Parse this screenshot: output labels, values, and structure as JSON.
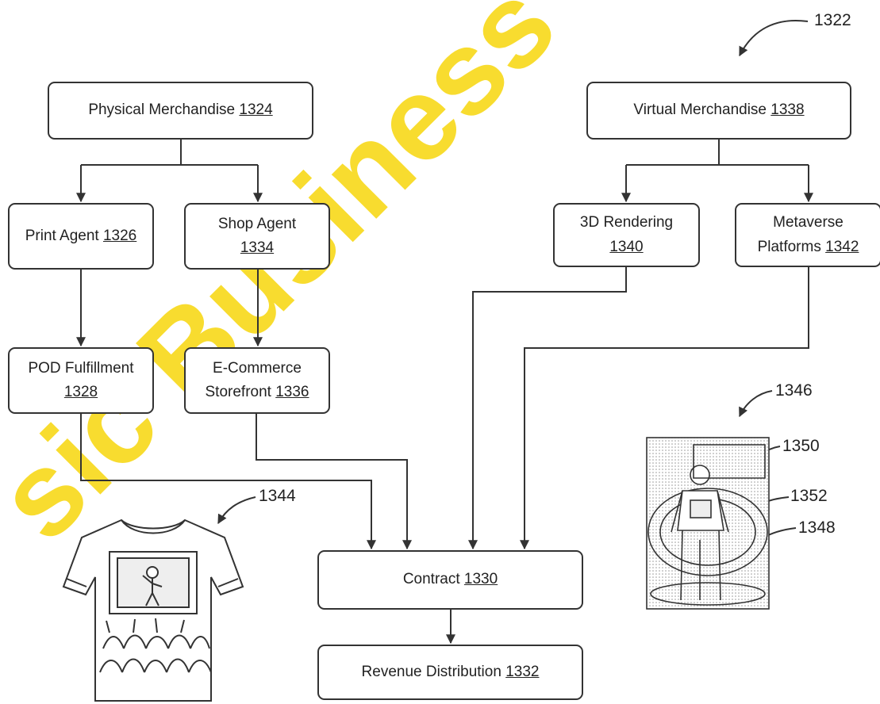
{
  "boxes": {
    "physical_merchandise": {
      "label": "Physical Merchandise",
      "ref": "1324"
    },
    "print_agent": {
      "label": "Print Agent",
      "ref": "1326"
    },
    "shop_agent": {
      "label": "Shop Agent",
      "ref": "1334"
    },
    "pod_fulfillment": {
      "label": "POD Fulfillment",
      "ref": "1328"
    },
    "ecommerce_storefront": {
      "label1": "E-Commerce",
      "label2": "Storefront",
      "ref": "1336"
    },
    "virtual_merchandise": {
      "label": "Virtual Merchandise",
      "ref": "1338"
    },
    "rendering_3d": {
      "label": "3D Rendering",
      "ref": "1340"
    },
    "metaverse_platforms": {
      "label1": "Metaverse",
      "label2": "Platforms",
      "ref": "1342"
    },
    "contract": {
      "label": "Contract",
      "ref": "1330"
    },
    "revenue_distribution": {
      "label": "Revenue Distribution",
      "ref": "1332"
    }
  },
  "callouts": {
    "c1322": "1322",
    "c1344": "1344",
    "c1346": "1346",
    "c1350": "1350",
    "c1352": "1352",
    "c1348": "1348"
  },
  "colors": {
    "line": "#333333",
    "watermark": "#f7d60a"
  }
}
